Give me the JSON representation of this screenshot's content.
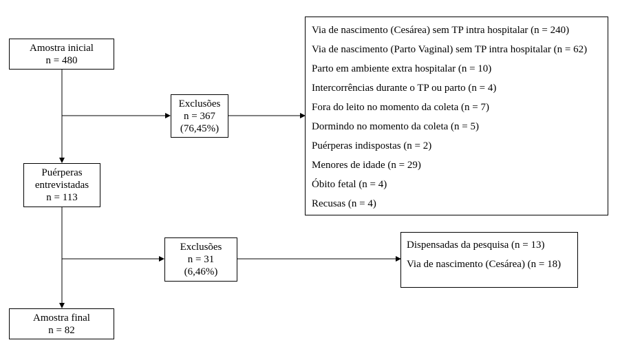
{
  "initial_sample": {
    "label": "Amostra inicial",
    "n": "n = 480"
  },
  "exclusions_1": {
    "label": "Exclusões",
    "n": "n = 367",
    "pct": "(76,45%)"
  },
  "exclusion_reasons_1": [
    "Via de nascimento (Cesárea) sem TP intra hospitalar (n = 240)",
    "Via de nascimento (Parto Vaginal) sem TP intra hospitalar (n = 62)",
    "Parto em ambiente extra hospitalar (n = 10)",
    "Intercorrências durante o TP ou parto (n = 4)",
    "Fora do leito no momento da coleta (n = 7)",
    "Dormindo no momento da coleta (n = 5)",
    "Puérperas indispostas (n = 2)",
    "Menores de idade (n = 29)",
    "Óbito fetal (n = 4)",
    "Recusas (n = 4)"
  ],
  "interviewed": {
    "line1": "Puérperas",
    "line2": "entrevistadas",
    "n": "n = 113"
  },
  "exclusions_2": {
    "label": "Exclusões",
    "n": "n = 31",
    "pct": "(6,46%)"
  },
  "exclusion_reasons_2": [
    "Dispensadas da pesquisa (n = 13)",
    "Via de nascimento (Cesárea) (n = 18)"
  ],
  "final_sample": {
    "label": "Amostra final",
    "n": "n = 82"
  }
}
